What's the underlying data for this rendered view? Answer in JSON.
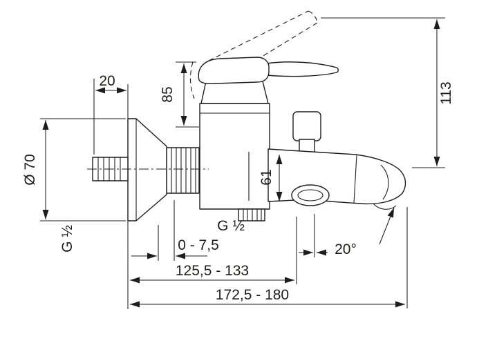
{
  "drawing": {
    "kind": "bath-mixer-installation-dimensional-drawing",
    "line_color": "#1d1d1b",
    "background_color": "#ffffff",
    "labels": {
      "nipple_projection": "20",
      "handle_height": "85",
      "total_height": "113",
      "escutcheon_diameter": "Ø 70",
      "thread_left": "G ½",
      "thread_center": "G ½",
      "spout_height": "61",
      "union_adjust": "0 - 7,5",
      "depth_range": "125,5 - 133",
      "total_depth_range": "172,5 - 180",
      "spout_angle": "20°"
    }
  }
}
